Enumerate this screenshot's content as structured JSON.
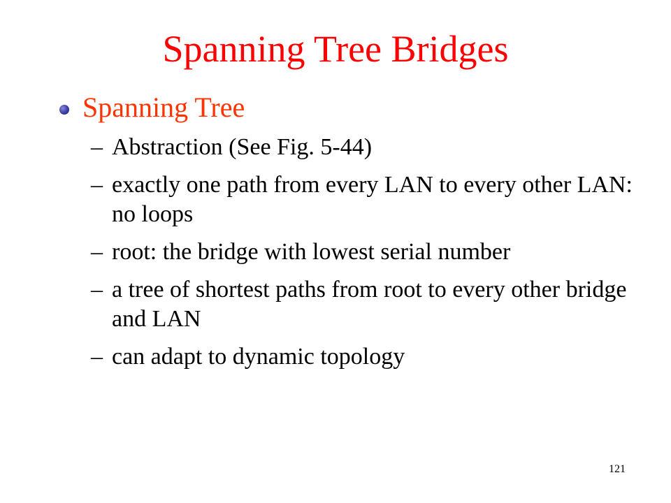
{
  "slide": {
    "title": "Spanning Tree Bridges",
    "bullet": {
      "text": "Spanning Tree"
    },
    "sub_items": [
      {
        "dash": "–",
        "text": "Abstraction (See Fig. 5-44)"
      },
      {
        "dash": "–",
        "text": "exactly one path from every LAN to every other LAN: no loops"
      },
      {
        "dash": "–",
        "text": "root: the bridge with lowest serial number"
      },
      {
        "dash": "–",
        "text": "a tree of shortest paths from root to every other bridge and LAN"
      },
      {
        "dash": "–",
        "text": "can adapt to dynamic topology"
      }
    ],
    "page_number": "121"
  },
  "colors": {
    "title": "#ff0000",
    "bullet_text": "#ff3300",
    "bullet_dot": "#3a3aa8",
    "body_text": "#000000",
    "background": "#ffffff"
  }
}
